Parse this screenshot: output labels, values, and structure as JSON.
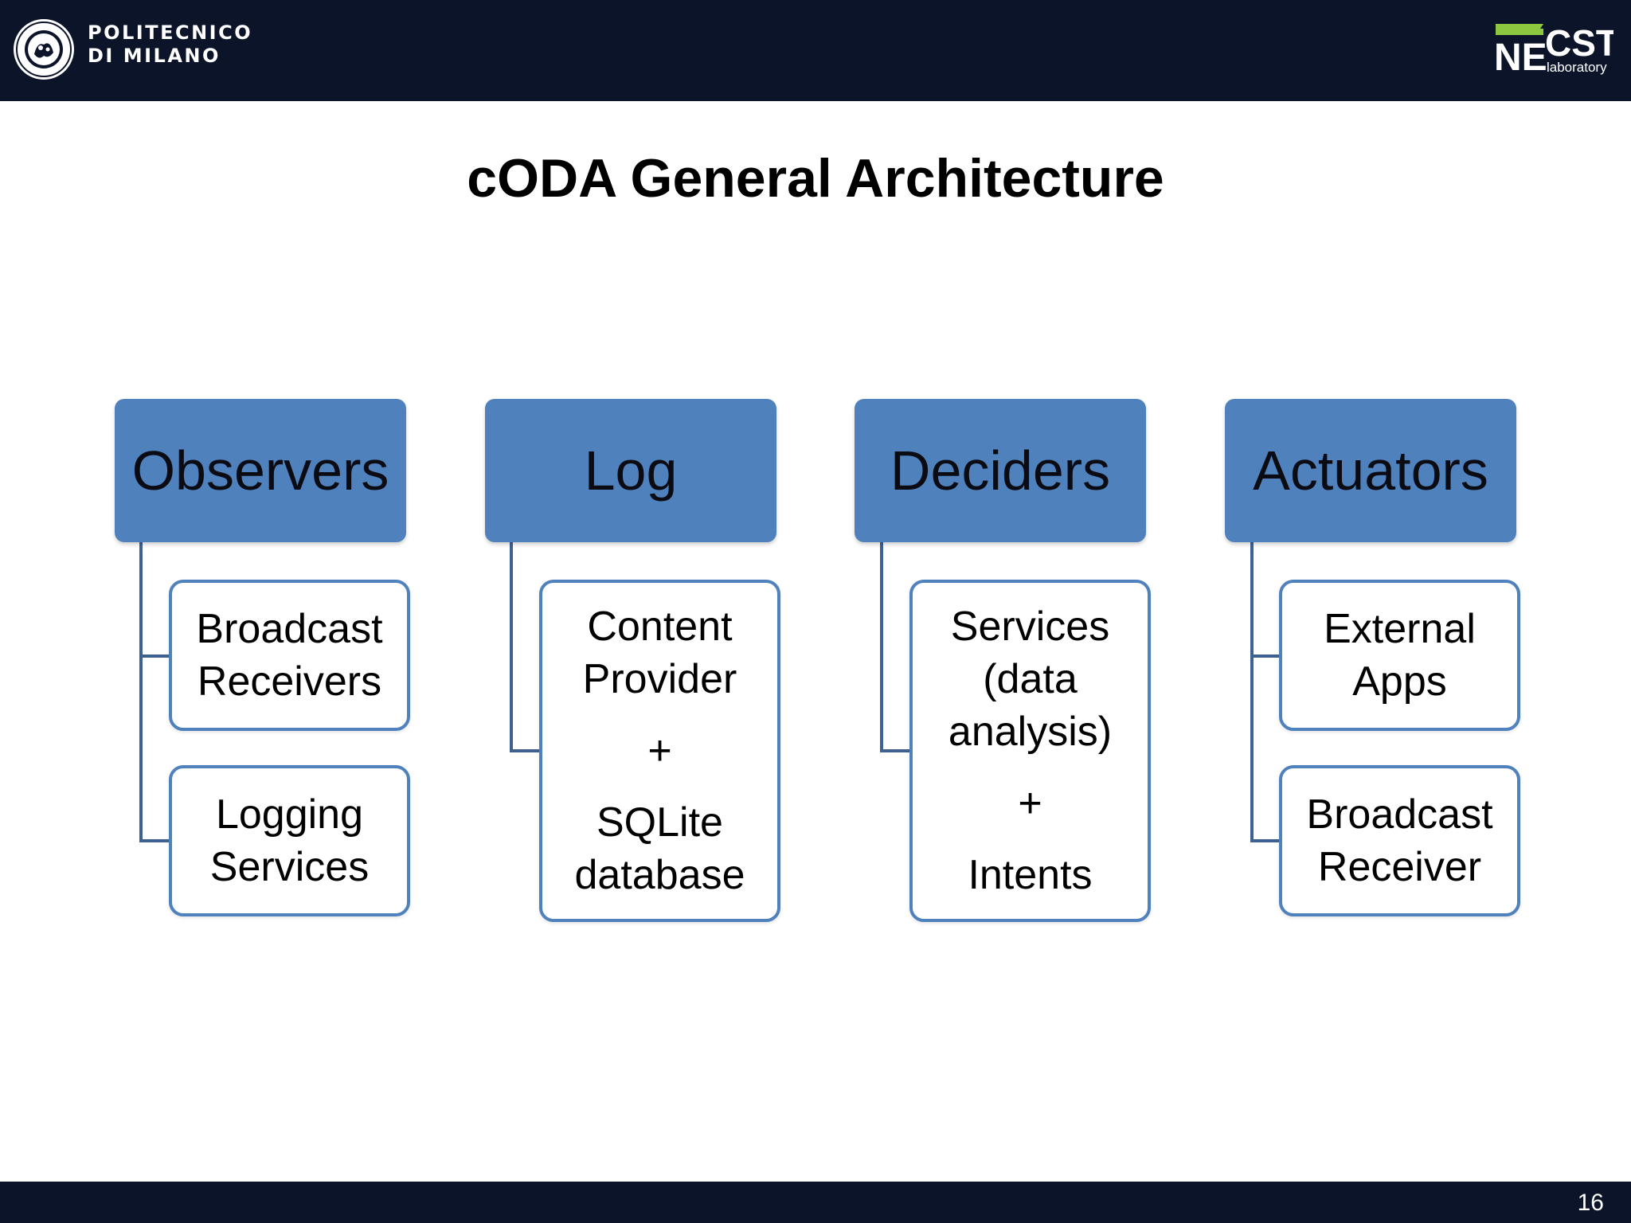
{
  "header": {
    "institution_line1": "POLITECNICO",
    "institution_line2": "DI MILANO",
    "lab_logo_text_main_1": "NE",
    "lab_logo_text_main_2": "CST",
    "lab_logo_text_sub": "laboratory",
    "seal_text_top": "POLITECNICO",
    "seal_text_bottom": "MILANO"
  },
  "slide": {
    "title": "cODA General Architecture",
    "page_number": "16"
  },
  "diagram": {
    "columns": [
      {
        "heading": "Observers",
        "children": [
          {
            "lines": [
              "Broadcast",
              "Receivers"
            ]
          },
          {
            "lines": [
              "Logging",
              "Services"
            ]
          }
        ]
      },
      {
        "heading": "Log",
        "children": [
          {
            "lines": [
              "Content",
              "Provider",
              "+",
              "SQLite",
              "database"
            ]
          }
        ]
      },
      {
        "heading": "Deciders",
        "children": [
          {
            "lines": [
              "Services",
              "(data",
              "analysis)",
              "+",
              "Intents"
            ]
          }
        ]
      },
      {
        "heading": "Actuators",
        "children": [
          {
            "lines": [
              "External",
              "Apps"
            ]
          },
          {
            "lines": [
              "Broadcast",
              "Receiver"
            ]
          }
        ]
      }
    ]
  },
  "colors": {
    "header_bg": "#0b1428",
    "heading_box": "#4f81bd",
    "child_border": "#4f81bd",
    "connector": "#3d6291",
    "logo_accent": "#8dc63f"
  }
}
